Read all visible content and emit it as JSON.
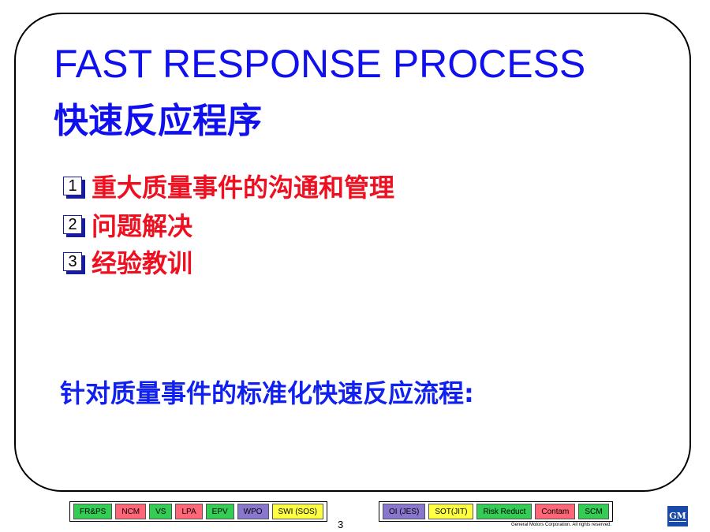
{
  "slide": {
    "title_en": "FAST RESPONSE PROCESS",
    "title_zh": "快速反应程序",
    "items": [
      {
        "num": "1",
        "label": "重大质量事件的沟通和管理"
      },
      {
        "num": "2",
        "label": "问题解决"
      },
      {
        "num": "3",
        "label": "经验教训"
      }
    ],
    "subtitle": "针对质量事件的标准化快速反应流程:",
    "page_number": "3"
  },
  "footer": {
    "nav_left": [
      {
        "label": "FR&PS",
        "color": "#33cc55"
      },
      {
        "label": "NCM",
        "color": "#ff6677"
      },
      {
        "label": "VS",
        "color": "#33cc55"
      },
      {
        "label": "LPA",
        "color": "#ff6677"
      },
      {
        "label": "EPV",
        "color": "#33cc55"
      },
      {
        "label": "WPO",
        "color": "#8877cc"
      },
      {
        "label": "SWI (SOS)",
        "color": "#ffff44"
      }
    ],
    "nav_right": [
      {
        "label": "OI (JES)",
        "color": "#8877cc"
      },
      {
        "label": "SOT(JIT)",
        "color": "#ffff44"
      },
      {
        "label": "Risk Reduct",
        "color": "#33cc55"
      },
      {
        "label": "Contam",
        "color": "#ff6677"
      },
      {
        "label": "SCM",
        "color": "#33cc55"
      }
    ],
    "copyright": "General Motors Corporation.  All rights reserved.",
    "logo_text": "GM"
  }
}
